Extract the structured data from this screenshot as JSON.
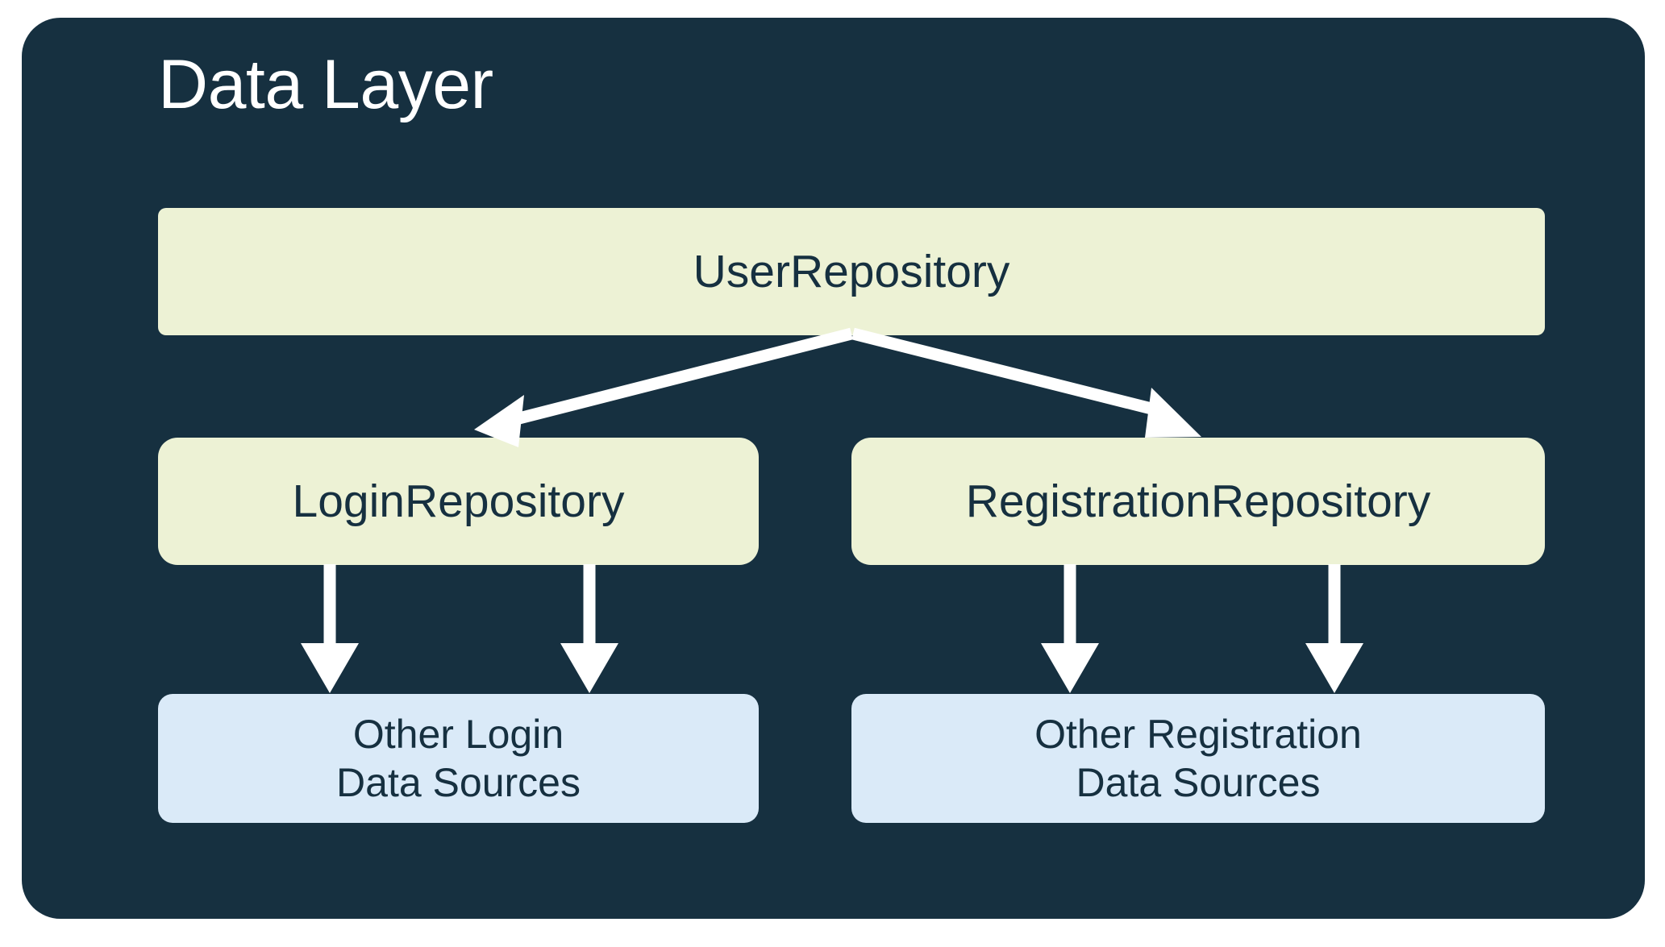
{
  "diagram": {
    "title": "Data Layer",
    "panel_color": "#163040",
    "title_color": "#ffffff",
    "arrow_color": "#ffffff",
    "repository_color": "#EDF2D5",
    "data_source_color": "#DAEAF8",
    "node_text_color": "#163040",
    "nodes": {
      "user_repository": "UserRepository",
      "login_repository": "LoginRepository",
      "registration_repository": "RegistrationRepository",
      "other_login_sources": "Other Login\nData Sources",
      "other_registration_sources": "Other Registration\nData Sources"
    },
    "edges": [
      {
        "from": "UserRepository",
        "to": "LoginRepository",
        "style": "arrow"
      },
      {
        "from": "UserRepository",
        "to": "RegistrationRepository",
        "style": "arrow"
      },
      {
        "from": "LoginRepository",
        "to": "Other Login Data Sources",
        "style": "arrow"
      },
      {
        "from": "LoginRepository",
        "to": "Other Login Data Sources",
        "style": "arrow"
      },
      {
        "from": "RegistrationRepository",
        "to": "Other Registration Data Sources",
        "style": "arrow"
      },
      {
        "from": "RegistrationRepository",
        "to": "Other Registration Data Sources",
        "style": "arrow"
      }
    ]
  }
}
